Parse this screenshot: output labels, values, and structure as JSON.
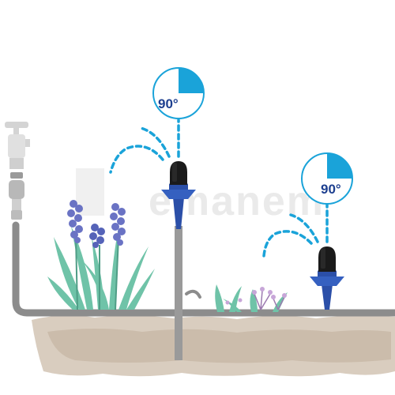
{
  "diagram": {
    "watermark": "emanem",
    "sprinklers": [
      {
        "id": "left",
        "angle_label": "90°",
        "coverage_degrees": 90
      },
      {
        "id": "right",
        "angle_label": "90°",
        "coverage_degrees": 90
      }
    ],
    "colors": {
      "pipe": "#8c8c8c",
      "spray": "#1aa3d9",
      "sprinkler_body": "#2b4fa8",
      "sprinkler_cap": "#1a1a1a",
      "soil": "#d9cdbf",
      "plant_leaf": "#6fc3a8",
      "flower": "#6a73c4",
      "faucet": "#d4d4d4"
    }
  }
}
